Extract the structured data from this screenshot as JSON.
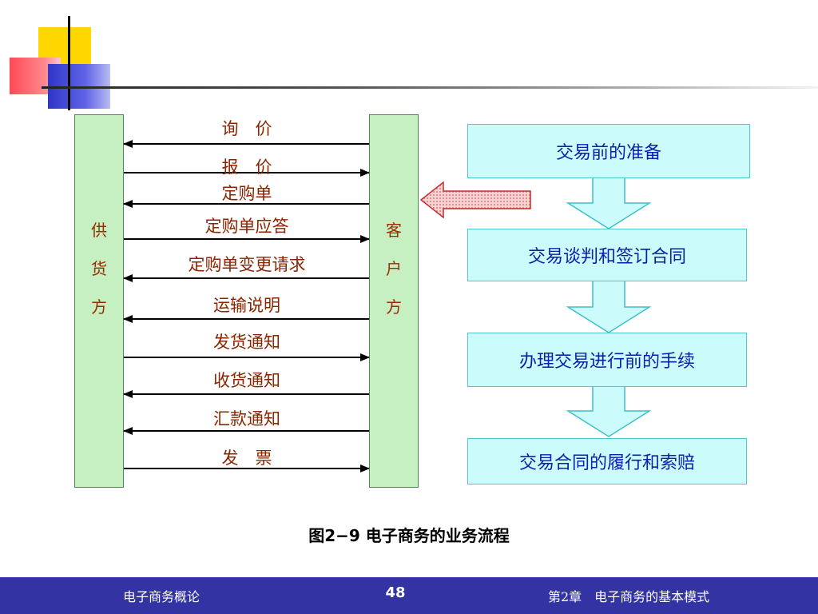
{
  "supplier": {
    "label": "供\n\n货\n\n方"
  },
  "customer": {
    "label": "客\n\n户\n\n方"
  },
  "messages": [
    {
      "label": "询　价",
      "direction": "left"
    },
    {
      "label": "报　价",
      "direction": "right"
    },
    {
      "label": "定购单",
      "direction": "left"
    },
    {
      "label": "定购单应答",
      "direction": "right"
    },
    {
      "label": "定购单变更请求",
      "direction": "left"
    },
    {
      "label": "运输说明",
      "direction": "left"
    },
    {
      "label": "发货通知",
      "direction": "right"
    },
    {
      "label": "收货通知",
      "direction": "left"
    },
    {
      "label": "汇款通知",
      "direction": "left"
    },
    {
      "label": "发　票",
      "direction": "right"
    }
  ],
  "flow": [
    {
      "label": "交易前的准备"
    },
    {
      "label": "交易谈判和签订合同"
    },
    {
      "label": "办理交易进行前的手续"
    },
    {
      "label": "交易合同的履行和索赔"
    }
  ],
  "caption": "图2−9  电子商务的业务流程",
  "footer": {
    "left": "电子商务概论",
    "page": "48",
    "right": "第2章　电子商务的基本模式"
  },
  "colors": {
    "party_fill": "#c6f0c2",
    "flow_fill": "#ccfbfc",
    "flow_text": "#0b1fa8",
    "message_text": "#8b2500",
    "footer_bg": "#3333a3",
    "pointer_fill": "#f4c6c6"
  }
}
